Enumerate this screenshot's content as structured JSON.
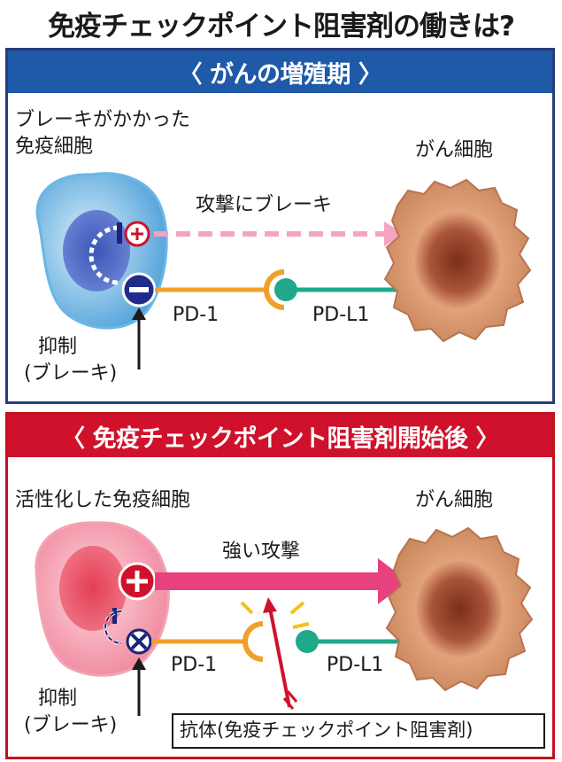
{
  "title": "免疫チェックポイント阻害剤の働きは?",
  "panel1": {
    "header": "〈 がんの増殖期 〉",
    "immune_cell_label_line1": "ブレーキがかかった",
    "immune_cell_label_line2": "免疫細胞",
    "cancer_cell_label": "がん細胞",
    "attack_label": "攻撃にブレーキ",
    "pd1_label": "PD-1",
    "pdl1_label": "PD-L1",
    "inhibit_label_line1": "抑制",
    "inhibit_label_line2": "(ブレーキ)"
  },
  "panel2": {
    "header": "〈 免疫チェックポイント阻害剤開始後 〉",
    "immune_cell_label": "活性化した免疫細胞",
    "cancer_cell_label": "がん細胞",
    "attack_label": "強い攻撃",
    "pd1_label": "PD-1",
    "pdl1_label": "PD-L1",
    "inhibit_label_line1": "抑制",
    "inhibit_label_line2": "(ブレーキ)",
    "antibody_label": "抗体(免疫チェックポイント阻害剤)"
  },
  "colors": {
    "blue_header": "#1f5aa8",
    "red_header": "#d0112b",
    "pd1_orange": "#f0a02a",
    "pdl1_green": "#1fa98a",
    "weak_attack_pink": "#f4a3c0",
    "strong_attack_pink": "#e8417f",
    "immune_blue": "#5aa8de",
    "immune_pink": "#f08aa0",
    "cancer_brown": "#d8956a"
  },
  "icons": {
    "plus_small": "plus-icon",
    "minus": "minus-icon",
    "plus_big": "plus-icon",
    "blocked": "x-icon",
    "arrow_up": "arrow-up-icon",
    "antibody": "antibody-arrow-icon"
  }
}
